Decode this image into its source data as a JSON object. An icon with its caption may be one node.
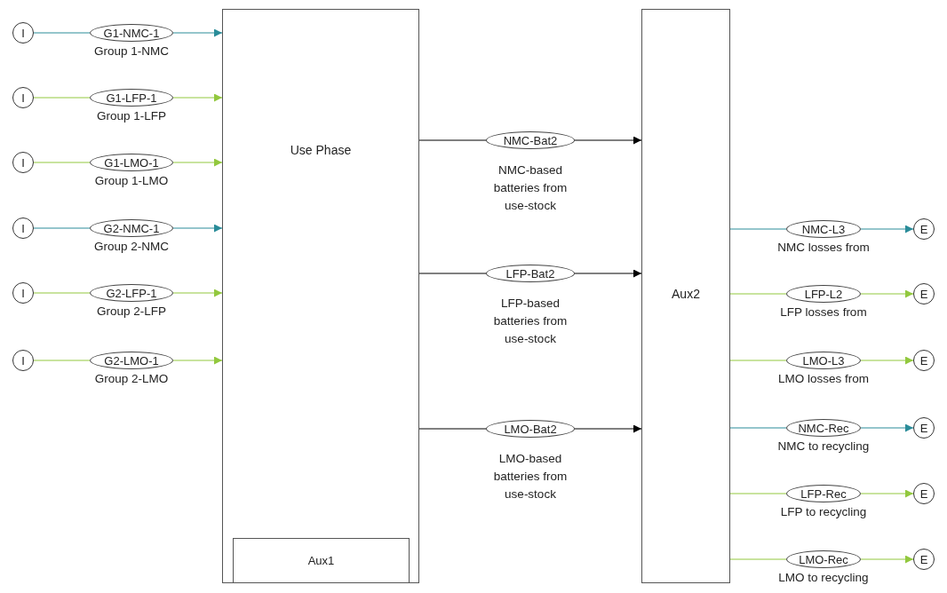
{
  "diagram": {
    "nodes": [
      {
        "text": [
          "Use Phase"
        ]
      },
      {
        "text": [
          "Aux1"
        ],
        "in": 0
      },
      {
        "text": [
          "Aux2"
        ]
      },
      {
        "text": [
          "I"
        ]
      },
      {
        "text": [
          "G1-NMC-1"
        ],
        "beside": [
          "Group 1-NMC"
        ]
      },
      {
        "text": [
          "I"
        ]
      },
      {
        "text": [
          "G1-LFP-1"
        ],
        "beside": [
          "Group 1-LFP"
        ]
      },
      {
        "text": [
          "I"
        ]
      },
      {
        "text": [
          "G1-LMO-1"
        ],
        "beside": [
          "Group 1-LMO"
        ]
      },
      {
        "text": [
          "I"
        ]
      },
      {
        "text": [
          "G2-NMC-1"
        ],
        "beside": [
          "Group 2-NMC"
        ]
      },
      {
        "text": [
          "I"
        ]
      },
      {
        "text": [
          "G2-LFP-1"
        ],
        "beside": [
          "Group 2-LFP"
        ]
      },
      {
        "text": [
          "I"
        ]
      },
      {
        "text": [
          "G2-LMO-1"
        ],
        "beside": [
          "Group 2-LMO"
        ]
      },
      {
        "text": [
          "NMC-Bat2"
        ],
        "beside": [
          "NMC-based batteries from use-stock"
        ]
      },
      {
        "text": [
          "LFP-Bat2"
        ],
        "beside": [
          "LFP-based batteries from use-stock"
        ]
      },
      {
        "text": [
          "LMO-Bat2"
        ],
        "beside": [
          "LMO-based batteries from use-stock"
        ]
      },
      {
        "text": [
          "NMC-L3"
        ],
        "beside": [
          "NMC losses from"
        ]
      },
      {
        "text": [
          "E"
        ]
      },
      {
        "text": [
          "LFP-L2"
        ],
        "beside": [
          "LFP losses from"
        ]
      },
      {
        "text": [
          "E"
        ]
      },
      {
        "text": [
          "LMO-L3"
        ],
        "beside": [
          "LMO losses from"
        ]
      },
      {
        "text": [
          "E"
        ]
      },
      {
        "text": [
          "NMC-Rec"
        ],
        "beside": [
          "NMC to recycling"
        ]
      },
      {
        "text": [
          "E"
        ]
      },
      {
        "text": [
          "LFP-Rec"
        ],
        "beside": [
          "LFP to recycling"
        ]
      },
      {
        "text": [
          "E"
        ]
      },
      {
        "text": [
          "LMO-Rec"
        ],
        "beside": [
          "LMO to recycling"
        ]
      },
      {
        "text": [
          "E"
        ]
      }
    ],
    "edges": [
      {
        "from": 3,
        "to": 4,
        "arrow": "none",
        "color": "#2a8c99"
      },
      {
        "from": 4,
        "to": 0,
        "arrow": "to",
        "color": "#2a8c99"
      },
      {
        "from": 5,
        "to": 6,
        "arrow": "none",
        "color": "#92c83e"
      },
      {
        "from": 6,
        "to": 0,
        "arrow": "to",
        "color": "#92c83e"
      },
      {
        "from": 7,
        "to": 8,
        "arrow": "none",
        "color": "#92c83e"
      },
      {
        "from": 8,
        "to": 0,
        "arrow": "to",
        "color": "#92c83e"
      },
      {
        "from": 9,
        "to": 10,
        "arrow": "none",
        "color": "#2a8c99"
      },
      {
        "from": 10,
        "to": 0,
        "arrow": "to",
        "color": "#2a8c99"
      },
      {
        "from": 11,
        "to": 12,
        "arrow": "none",
        "color": "#92c83e"
      },
      {
        "from": 12,
        "to": 0,
        "arrow": "to",
        "color": "#92c83e"
      },
      {
        "from": 13,
        "to": 14,
        "arrow": "none",
        "color": "#92c83e"
      },
      {
        "from": 14,
        "to": 0,
        "arrow": "to",
        "color": "#92c83e"
      },
      {
        "from": 0,
        "to": 15,
        "arrow": "none",
        "color": "#000000"
      },
      {
        "from": 15,
        "to": 2,
        "arrow": "to",
        "color": "#000000"
      },
      {
        "from": 0,
        "to": 16,
        "arrow": "none",
        "color": "#000000"
      },
      {
        "from": 16,
        "to": 2,
        "arrow": "to",
        "color": "#000000"
      },
      {
        "from": 0,
        "to": 17,
        "arrow": "none",
        "color": "#000000"
      },
      {
        "from": 17,
        "to": 2,
        "arrow": "to",
        "color": "#000000"
      },
      {
        "from": 2,
        "to": 18,
        "arrow": "none",
        "color": "#2a8c99"
      },
      {
        "from": 18,
        "to": 19,
        "arrow": "to",
        "color": "#2a8c99"
      },
      {
        "from": 2,
        "to": 20,
        "arrow": "none",
        "color": "#92c83e"
      },
      {
        "from": 20,
        "to": 21,
        "arrow": "to",
        "color": "#92c83e"
      },
      {
        "from": 2,
        "to": 22,
        "arrow": "none",
        "color": "#92c83e"
      },
      {
        "from": 22,
        "to": 23,
        "arrow": "to",
        "color": "#92c83e"
      },
      {
        "from": 2,
        "to": 24,
        "arrow": "none",
        "color": "#2a8c99"
      },
      {
        "from": 24,
        "to": 25,
        "arrow": "to",
        "color": "#2a8c99"
      },
      {
        "from": 2,
        "to": 26,
        "arrow": "none",
        "color": "#92c83e"
      },
      {
        "from": 26,
        "to": 27,
        "arrow": "to",
        "color": "#92c83e"
      },
      {
        "from": 2,
        "to": 28,
        "arrow": "none",
        "color": "#92c83e"
      },
      {
        "from": 28,
        "to": 29,
        "arrow": "to",
        "color": "#92c83e"
      }
    ]
  }
}
